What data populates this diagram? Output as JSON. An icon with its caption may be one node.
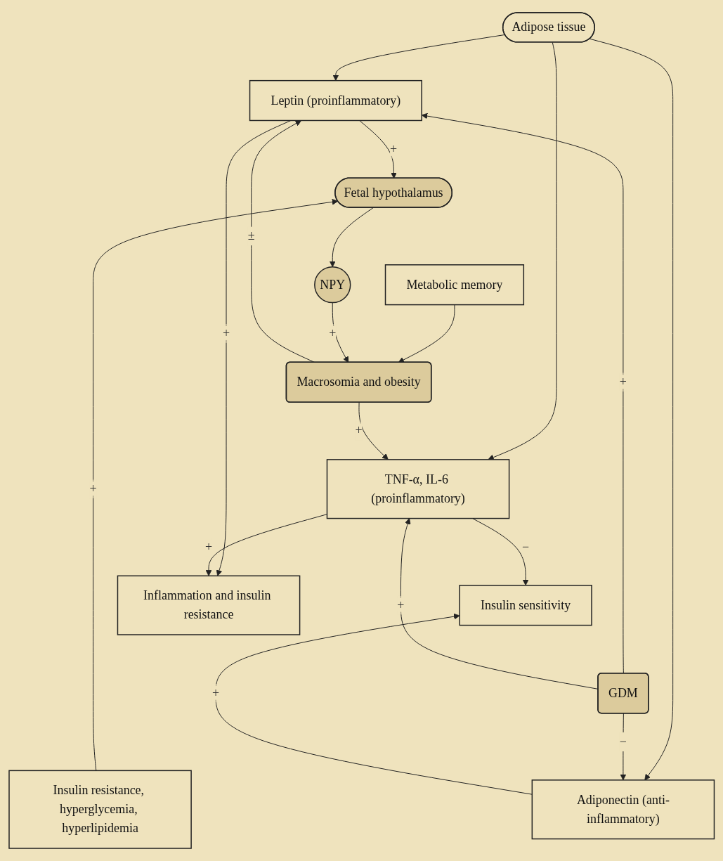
{
  "diagram": {
    "nodes": [
      {
        "text": [
          "Adipose tissue"
        ]
      },
      {
        "text": [
          "Adiponectin (anti-inflammatory)"
        ]
      },
      {
        "text": [
          "Leptin (proinflammatory)"
        ]
      },
      {
        "text": [
          "TNF-α, IL-6 (proinflammatory)"
        ]
      },
      {
        "text": [
          "Insulin sensitivity"
        ]
      },
      {
        "text": [
          "GDM"
        ]
      },
      {
        "text": [
          "Insulin resistance, hyperglycemia, hyperlipidemia"
        ]
      },
      {
        "text": [
          "Fetal hypothalamus"
        ]
      },
      {
        "text": [
          "NPY"
        ]
      },
      {
        "text": [
          "Metabolic memory"
        ]
      },
      {
        "text": [
          "Macrosomia and obesity"
        ]
      },
      {
        "text": [
          "Inflammation and insulin resistance"
        ]
      }
    ],
    "edges": [
      {
        "from": 0,
        "to": 2,
        "arrow": "to"
      },
      {
        "from": 0,
        "to": 1,
        "arrow": "to"
      },
      {
        "from": 0,
        "to": 3,
        "arrow": "to"
      },
      {
        "from": 1,
        "to": 4,
        "arrow": "to",
        "label": "+"
      },
      {
        "from": 5,
        "to": 1,
        "arrow": "to",
        "label": "−"
      },
      {
        "from": 5,
        "to": 2,
        "arrow": "to",
        "label": "+"
      },
      {
        "from": 5,
        "to": 3,
        "arrow": "to",
        "label": "+"
      },
      {
        "from": 3,
        "to": 4,
        "arrow": "to",
        "label": "−"
      },
      {
        "from": 6,
        "to": 7,
        "arrow": "to",
        "label": "+"
      },
      {
        "from": 2,
        "to": 7,
        "arrow": "to",
        "label": "+"
      },
      {
        "from": 7,
        "to": 8,
        "arrow": "to"
      },
      {
        "from": 9,
        "to": 10,
        "arrow": "to"
      },
      {
        "from": 8,
        "to": 10,
        "arrow": "to",
        "label": "+"
      },
      {
        "from": 10,
        "to": 2,
        "arrow": "to",
        "label": "±"
      },
      {
        "from": 10,
        "to": 3,
        "arrow": "to",
        "label": "+"
      },
      {
        "from": 2,
        "to": 11,
        "arrow": "to",
        "label": "+"
      },
      {
        "from": 3,
        "to": 11,
        "arrow": "to",
        "label": "+"
      }
    ]
  }
}
